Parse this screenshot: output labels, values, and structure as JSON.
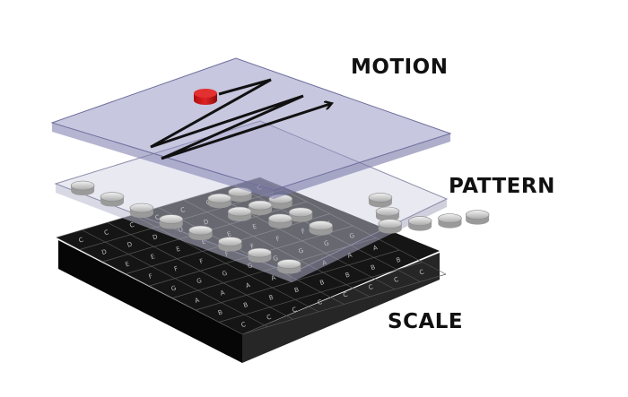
{
  "labels": {
    "motion": "MOTION",
    "pattern": "PATTERN",
    "scale": "SCALE"
  },
  "grid": {
    "rows": [
      [
        "C",
        "D",
        "E",
        "F",
        "G",
        "A",
        "B",
        "C"
      ],
      [
        "C",
        "D",
        "E",
        "F",
        "G",
        "A",
        "B",
        "C"
      ],
      [
        "C",
        "D",
        "E",
        "F",
        "G",
        "A",
        "B",
        "C"
      ],
      [
        "C",
        "D",
        "E",
        "F",
        "G",
        "A",
        "B",
        "C"
      ],
      [
        "C",
        "D",
        "E",
        "F",
        "G",
        "A",
        "B",
        "C"
      ],
      [
        "C",
        "D",
        "E",
        "F",
        "G",
        "A",
        "B",
        "C"
      ],
      [
        "C",
        "D",
        "E",
        "F",
        "G",
        "A",
        "B",
        "C"
      ],
      [
        "C",
        "D",
        "E",
        "F",
        "G",
        "A",
        "B",
        "C"
      ]
    ]
  },
  "colors": {
    "scale_top": "#141414",
    "scale_side_left": "#0a0a0a",
    "scale_side_right": "#262626",
    "grid_lines": "#555555",
    "grid_text": "#bdbdbd",
    "pattern_glass": "#c9c9de",
    "motion_glass": "#9b9bc6",
    "puck": "#d9d9d9",
    "marker": "#d21414",
    "path": "#111111"
  },
  "icons": {
    "marker": "red-cylinder-marker",
    "path": "zigzag-arrow"
  }
}
